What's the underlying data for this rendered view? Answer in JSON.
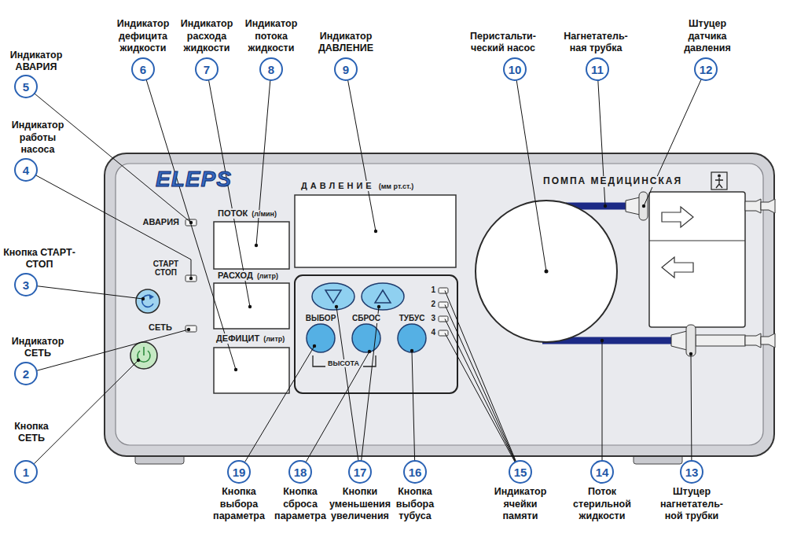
{
  "diagram": {
    "nodes": [
      {
        "text": [
          "6"
        ]
      },
      {
        "text": [
          "7"
        ]
      },
      {
        "text": [
          "8"
        ]
      },
      {
        "text": [
          "9"
        ]
      },
      {
        "text": [
          "10"
        ]
      },
      {
        "text": [
          "11"
        ]
      },
      {
        "text": [
          "12"
        ]
      },
      {
        "text": [
          "5"
        ]
      },
      {
        "text": [
          "4"
        ]
      },
      {
        "text": [
          "3"
        ]
      },
      {
        "text": [
          "2"
        ]
      },
      {
        "text": [
          "1"
        ]
      },
      {
        "text": [
          "19"
        ]
      },
      {
        "text": [
          "18"
        ]
      },
      {
        "text": [
          "17"
        ]
      },
      {
        "text": [
          "16"
        ]
      },
      {
        "text": [
          "15"
        ]
      },
      {
        "text": [
          "14"
        ]
      },
      {
        "text": [
          "13"
        ]
      }
    ],
    "labels": [
      "Индикатор АВАРИЯ",
      "Индикатор дефицита жидкости",
      "Индикатор расхода жидкости",
      "Индикатор потока жидкости",
      "Индикатор ДАВЛЕНИЕ",
      "Перистальти- ческий насос",
      "Нагнетатель- ная трубка",
      "Штуцер датчика давления",
      "Индикатор работы насоса",
      "Кнопка СТАРТ-СТОП",
      "Индикатор СЕТЬ",
      "Кнопка СЕТЬ",
      "Кнопка выбора параметра",
      "Кнопка сброса параметра",
      "Кнопки уменьшения увеличения",
      "Кнопка выбора тубуса",
      "Индикатор ячейки памяти",
      "Поток стерильной жидкости",
      "Штуцер нагнетатель- ной трубки",
      "ELEPS",
      "ПОМПА МЕДИЦИНСКАЯ",
      "АВАРИЯ",
      "СТАРТ СТОП",
      "СЕТЬ",
      "ПОТОК",
      "(л/мин)",
      "РАСХОД",
      "(литр)",
      "ДЕФИЦИТ",
      "(литр)",
      "ДАВЛЕНИЕ",
      "(мм рт.ст.)",
      "ВЫБОР",
      "СБРОС",
      "ТУБУС",
      "ВЫСОТА",
      "1",
      "2",
      "3",
      "4"
    ]
  }
}
